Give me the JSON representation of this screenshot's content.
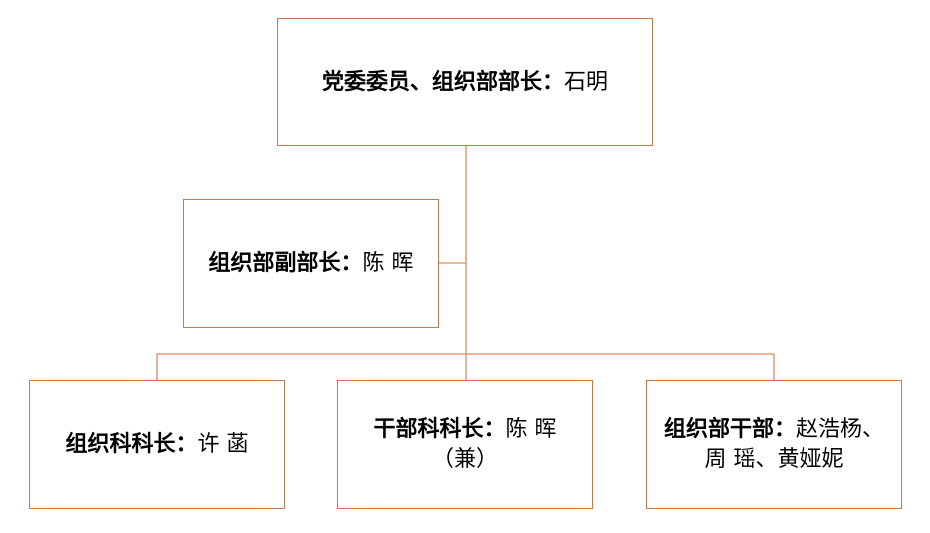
{
  "org_chart": {
    "head": {
      "role": "党委委员、组织部部长：",
      "name": "石明"
    },
    "deputy": {
      "role": "组织部副部长：",
      "name": "陈 晖"
    },
    "sections": [
      {
        "role": "组织科科长：",
        "name": "许 菡",
        "name_line2": ""
      },
      {
        "role": "干部科科长：",
        "name": "陈 晖",
        "name_line2": "（兼）"
      },
      {
        "role": "组织部干部：",
        "name": "赵浩杨、",
        "name_line2": "周 瑶、黄娅妮"
      }
    ]
  },
  "colors": {
    "box_border": "#c8784a",
    "connector": "#d98a5a"
  }
}
